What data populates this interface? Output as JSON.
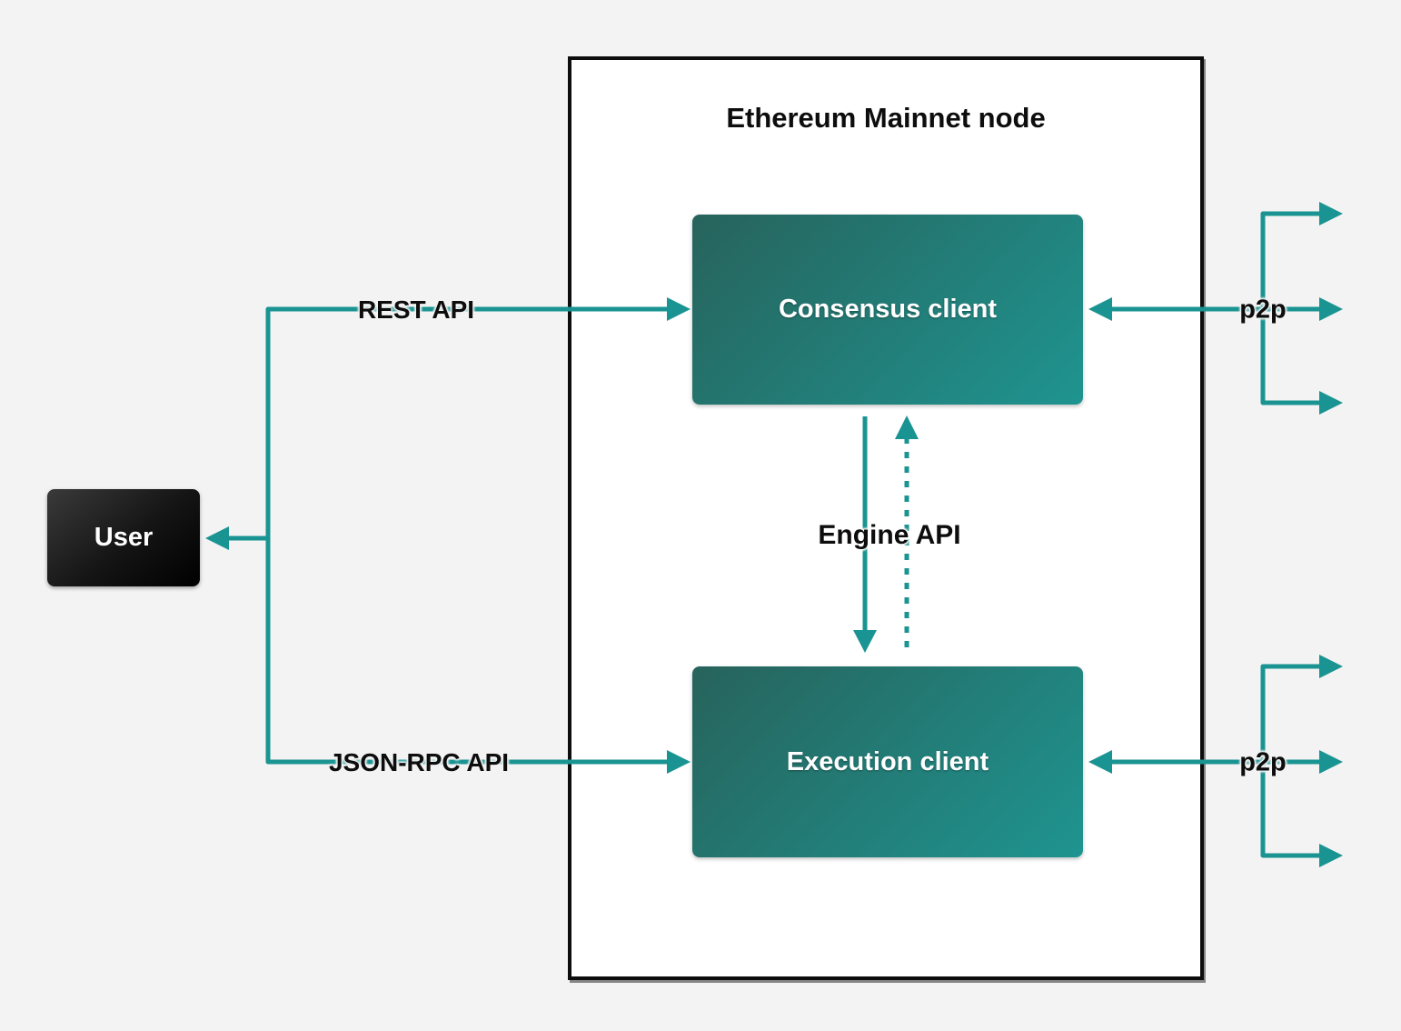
{
  "diagram": {
    "title": "Ethereum Mainnet node",
    "nodes": {
      "user": {
        "label": "User"
      },
      "consensus": {
        "label": "Consensus client"
      },
      "execution": {
        "label": "Execution client"
      }
    },
    "edges": {
      "rest_api": {
        "label": "REST API"
      },
      "json_rpc_api": {
        "label": "JSON-RPC API"
      },
      "engine_api": {
        "label": "Engine API"
      },
      "p2p_consensus": {
        "label": "p2p"
      },
      "p2p_execution": {
        "label": "p2p"
      }
    }
  },
  "colors": {
    "background": "#f3f3f3",
    "node_box_bg": "#ffffff",
    "node_box_border": "#0d0d0d",
    "edge_teal": "#1a9492",
    "client_gradient_start": "#27635c",
    "client_gradient_end": "#1f9490",
    "user_gradient_start": "#3a3a3a",
    "user_gradient_end": "#000000",
    "label_text": "#0d0d0d",
    "client_text": "#ffffff"
  }
}
